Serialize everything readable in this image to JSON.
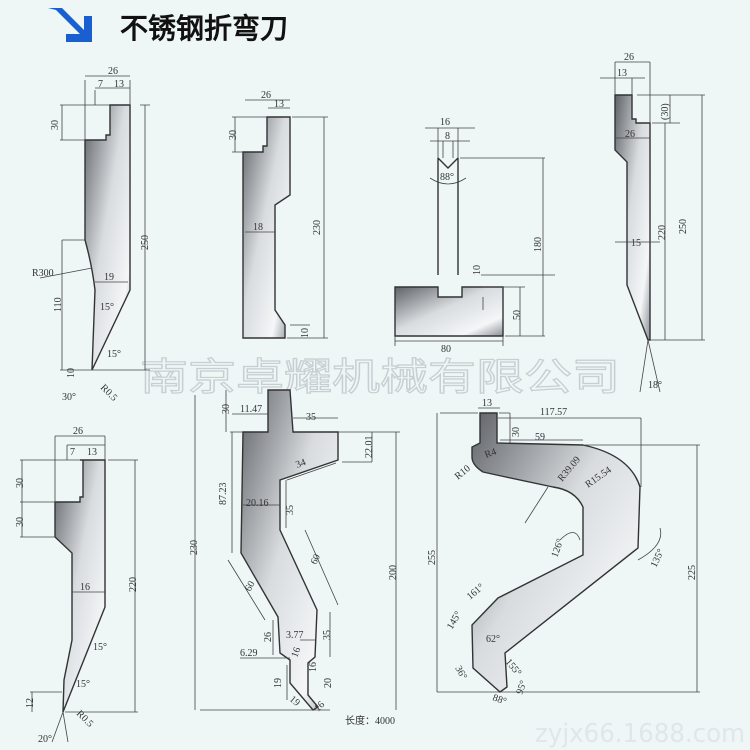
{
  "header": {
    "title": "不锈钢折弯刀",
    "icon": "arrow-down-right-icon",
    "accent": "#1a5fd0"
  },
  "watermark": {
    "company": "南京卓耀机械有限公司",
    "url": "zyjx66.1688.com"
  },
  "tool1": {
    "w": "26",
    "a": "7",
    "b": "13",
    "h30": "30",
    "h250": "250",
    "r": "R300",
    "w19": "19",
    "h110": "110",
    "ang1": "15°",
    "ang2": "15°",
    "h10": "10",
    "tip": "R0.5",
    "ang3": "30°"
  },
  "tool2": {
    "w": "26",
    "b": "13",
    "h30": "30",
    "h230": "230",
    "w18": "18",
    "h10": "10"
  },
  "tool3": {
    "w16": "16",
    "w8": "8",
    "ang": "88°",
    "h180": "180",
    "h10": "10",
    "h50": "50",
    "w80": "80"
  },
  "tool4": {
    "w": "26",
    "b": "13",
    "h30": "(30)",
    "w26": "26",
    "w15": "15",
    "h220": "220",
    "h250": "250",
    "ang": "18°"
  },
  "tool5": {
    "w": "26",
    "a": "7",
    "b": "13",
    "h30a": "30",
    "h30b": "30",
    "w16": "16",
    "h220": "220",
    "ang1": "15°",
    "ang2": "15°",
    "h12": "12",
    "tip": "R0.5",
    "ang3": "20°"
  },
  "tool6": {
    "h30": "30",
    "w1147": "11.47",
    "w35": "35",
    "h2201": "22.01",
    "l34": "34",
    "h8723": "87.23",
    "w2016": "20.16",
    "l35a": "35",
    "h230": "230",
    "l60a": "60",
    "h200": "200",
    "l60b": "60",
    "l26": "26",
    "l35b": "35",
    "w377": "3.77",
    "w629": "6.29",
    "l16a": "16",
    "l16b": "16",
    "l19a": "19",
    "l20": "20",
    "l19b": "19",
    "l16c": "16",
    "length": "长度：4000"
  },
  "tool7": {
    "w13": "13",
    "w11757": "117.57",
    "h30": "30",
    "w59": "59",
    "r4": "R4",
    "r10": "R10",
    "r3909": "R39.09",
    "r1554": "R15.54",
    "a126": "126°",
    "a135": "135°",
    "h255": "255",
    "h225": "225",
    "a161": "161°",
    "a145": "145°",
    "a62": "62°",
    "a155": "155°",
    "a36": "36°",
    "a95": "95°",
    "a88": "88°"
  }
}
